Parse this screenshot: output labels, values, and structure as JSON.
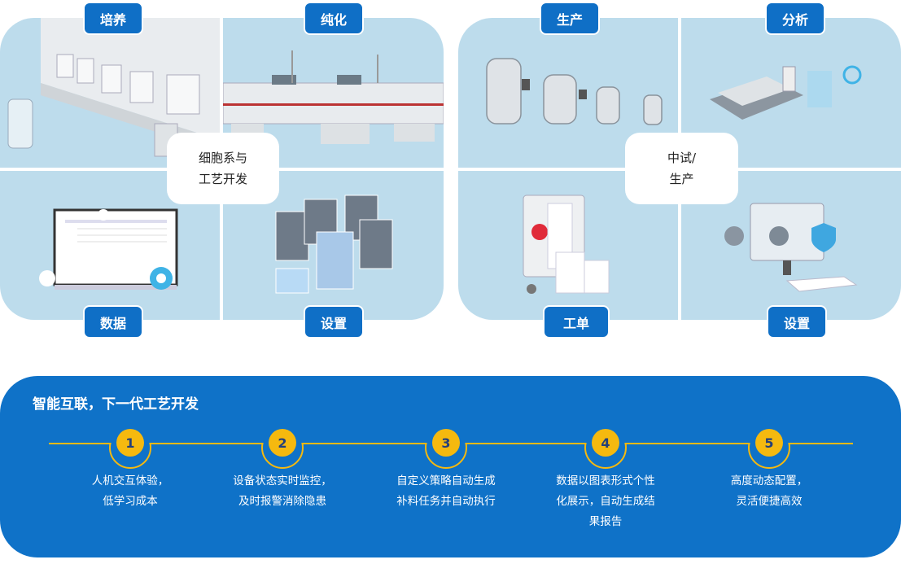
{
  "left_group": {
    "center_label": [
      "细胞系与",
      "工艺开发"
    ],
    "quadrants": [
      {
        "label": "培养",
        "icon": "bioreactor-lab-icon"
      },
      {
        "label": "纯化",
        "icon": "purification-line-icon"
      },
      {
        "label": "数据",
        "icon": "data-monitor-icon"
      },
      {
        "label": "设置",
        "icon": "server-cluster-icon"
      }
    ]
  },
  "right_group": {
    "center_label": [
      "中试/",
      "生产"
    ],
    "quadrants": [
      {
        "label": "生产",
        "icon": "fermenter-tanks-icon"
      },
      {
        "label": "分析",
        "icon": "analytical-balance-icon"
      },
      {
        "label": "工单",
        "icon": "work-order-icon"
      },
      {
        "label": "设置",
        "icon": "settings-computer-icon"
      }
    ]
  },
  "features": {
    "title": "智能互联，下一代工艺开发",
    "steps": [
      {
        "num": "1",
        "lines": [
          "人机交互体验，",
          "低学习成本"
        ]
      },
      {
        "num": "2",
        "lines": [
          "设备状态实时监控，",
          "及时报警消除隐患"
        ]
      },
      {
        "num": "3",
        "lines": [
          "自定义策略自动生成",
          "补料任务并自动执行"
        ]
      },
      {
        "num": "4",
        "lines": [
          "数据以图表形式个性",
          "化展示，自动生成结",
          "果报告"
        ]
      },
      {
        "num": "5",
        "lines": [
          "高度动态配置，",
          "灵活便捷高效"
        ]
      }
    ],
    "colors": {
      "background": "#0f72c8",
      "accent": "#f5b90f"
    }
  },
  "colors": {
    "panel": "#bddcec",
    "label": "#0f6fc6"
  }
}
